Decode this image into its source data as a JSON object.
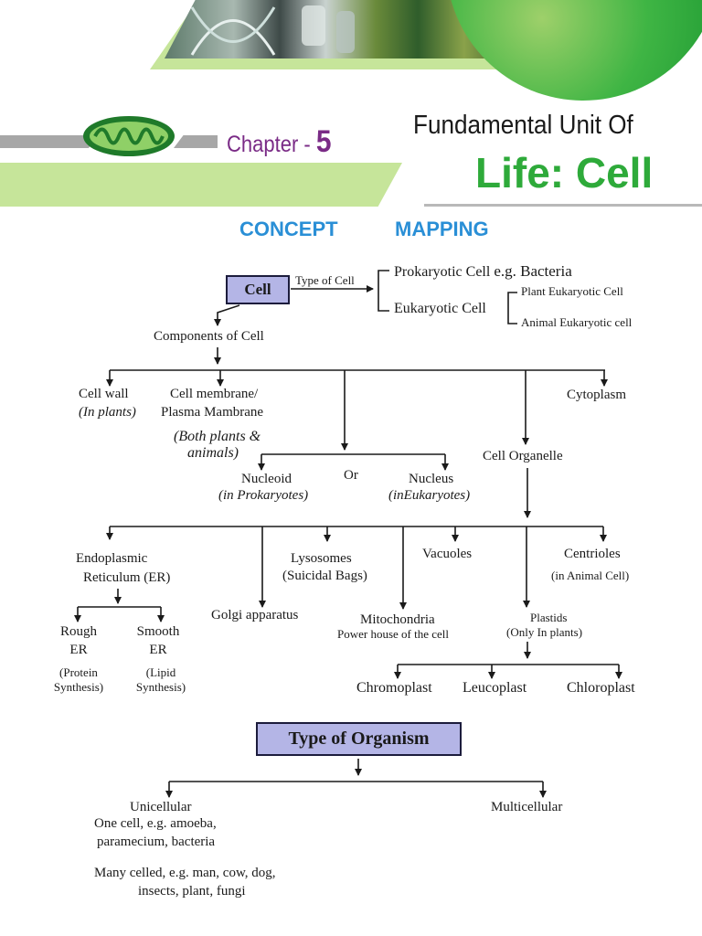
{
  "header": {
    "chapter_label": "Chapter - ",
    "chapter_number": "5",
    "title_line1": "Fundamental Unit Of",
    "title_line2": "Life: Cell",
    "section_word1": "CONCEPT",
    "section_word2": "MAPPING",
    "colors": {
      "green": "#2eaa3a",
      "light_green": "#c6e59a",
      "purple": "#7a2b86",
      "blue": "#2a8fd6"
    }
  },
  "cell_map": {
    "root": "Cell",
    "type_label": "Type of Cell",
    "prokaryotic": "Prokaryotic Cell",
    "prokaryotic_example": "e.g. Bacteria",
    "eukaryotic": "Eukaryotic Cell",
    "plant_eukaryotic": "Plant Eukaryotic Cell",
    "animal_eukaryotic": "Animal Eukaryotic cell",
    "components": "Components of Cell",
    "cell_wall": "Cell wall",
    "cell_wall_note": "(In plants)",
    "membrane_line1": "Cell membrane/",
    "membrane_line2": "Plasma Mambrane",
    "membrane_note1": "(Both plants &",
    "membrane_note2": "animals)",
    "cytoplasm": "Cytoplasm",
    "nucleoid": "Nucleoid",
    "nucleoid_note": "(in Prokaryotes)",
    "or": "Or",
    "nucleus": "Nucleus",
    "nucleus_note": "(inEukaryotes)",
    "organelle": "Cell Organelle",
    "er_line1": "Endoplasmic",
    "er_line2": "Reticulum (ER)",
    "lysosomes": "Lysosomes",
    "lysosomes_note": "(Suicidal Bags)",
    "vacuoles": "Vacuoles",
    "centrioles": "Centrioles",
    "centrioles_note": "(in Animal Cell)",
    "golgi": "Golgi apparatus",
    "mitochondria": "Mitochondria",
    "mitochondria_note": "Power house of the cell",
    "plastids": "Plastids",
    "plastids_note": "(Only In plants)",
    "rough_er_line1": "Rough",
    "rough_er_line2": "ER",
    "rough_er_note1": "(Protein",
    "rough_er_note2": "Synthesis)",
    "smooth_er_line1": "Smooth",
    "smooth_er_line2": "ER",
    "smooth_er_note1": "(Lipid",
    "smooth_er_note2": "Synthesis)",
    "chromoplast": "Chromoplast",
    "leucoplast": "Leucoplast",
    "chloroplast": "Chloroplast"
  },
  "organism_map": {
    "root": "Type of Organism",
    "unicellular": "Unicellular",
    "unicellular_desc1": "One cell, e.g. amoeba,",
    "unicellular_desc2": "paramecium, bacteria",
    "multicellular": "Multicellular",
    "multicellular_desc1": "Many celled, e.g. man, cow, dog,",
    "multicellular_desc2": "insects, plant, fungi"
  }
}
